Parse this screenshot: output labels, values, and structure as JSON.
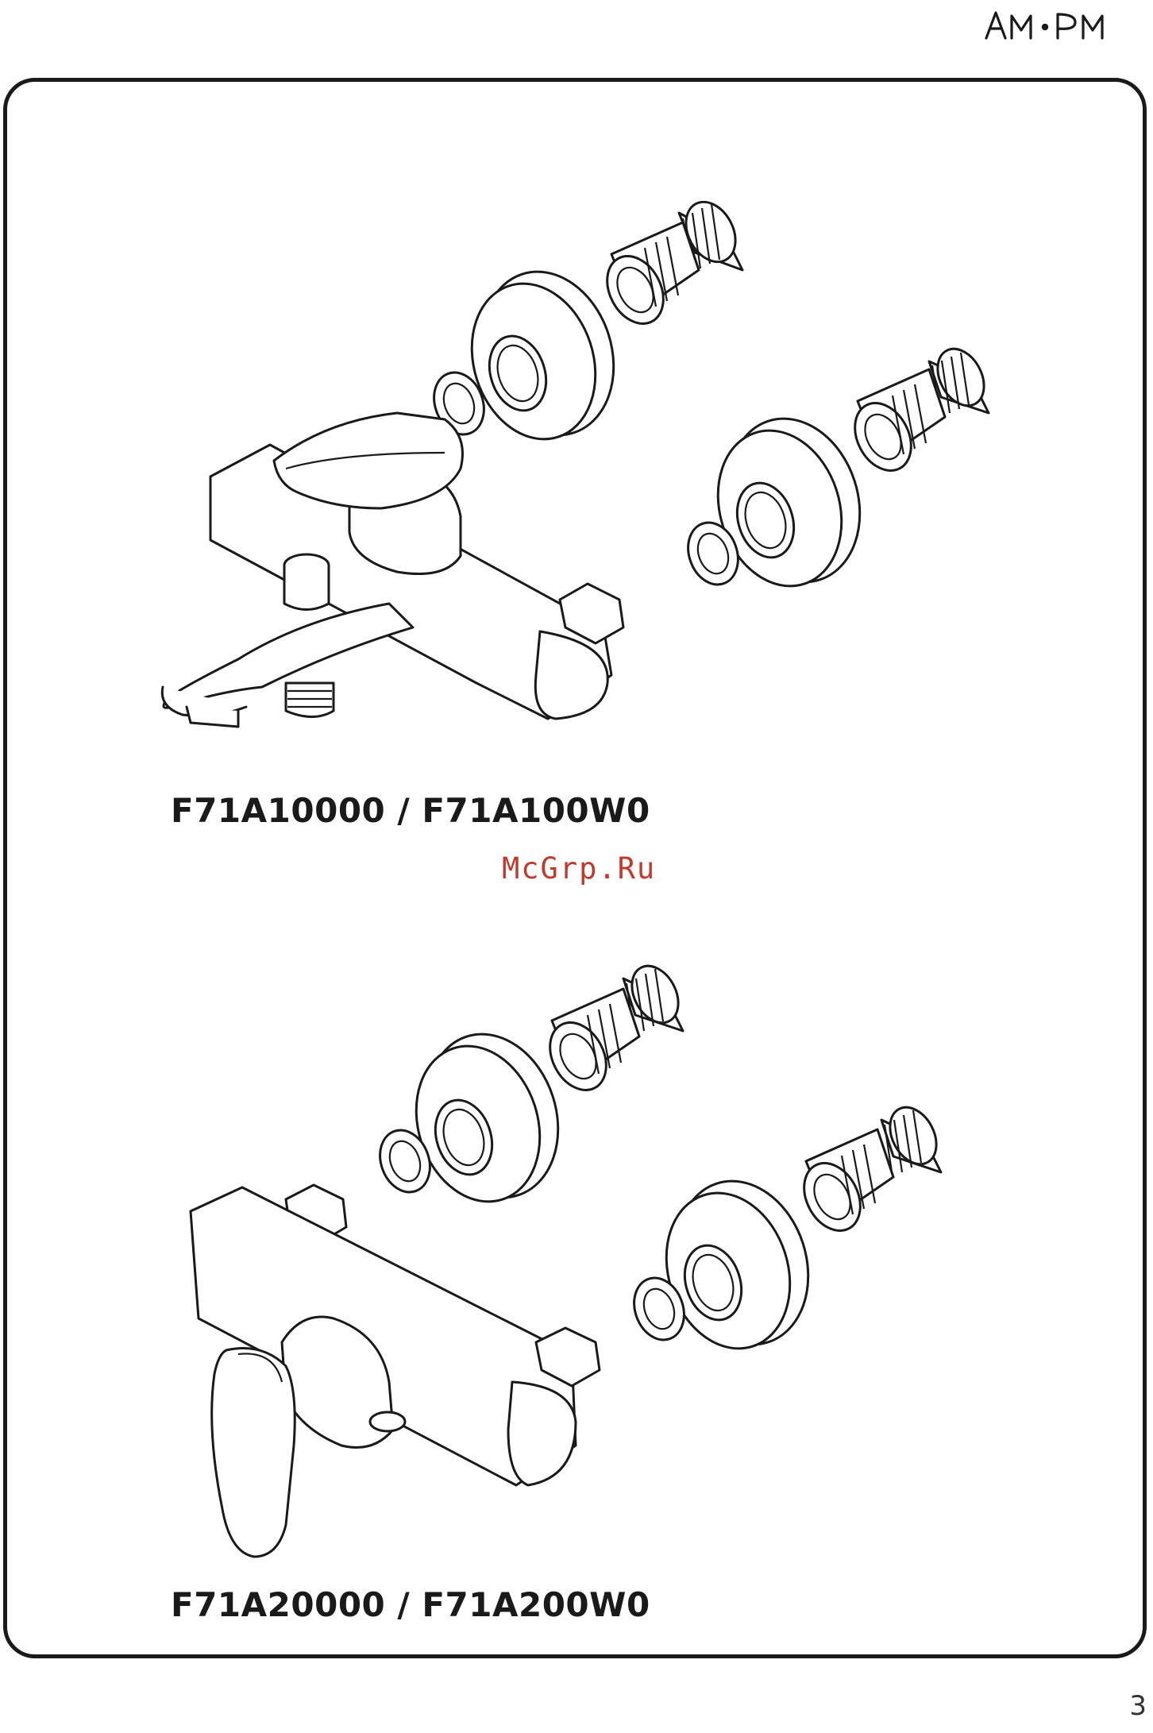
{
  "brand": {
    "logo_text": "AM·PM"
  },
  "models": {
    "bath_mixer": "F71A10000 / F71A100W0",
    "shower_mixer": "F71A20000 / F71A200W0"
  },
  "watermark": "McGrp.Ru",
  "page_number": "3",
  "icons": {
    "part_nut": "hex-nut-icon",
    "part_washer": "washer-icon",
    "part_flange": "flange-icon",
    "part_eccentric": "eccentric-icon"
  },
  "colors": {
    "line": "#1a1a1a",
    "watermark": "#c0392b"
  }
}
